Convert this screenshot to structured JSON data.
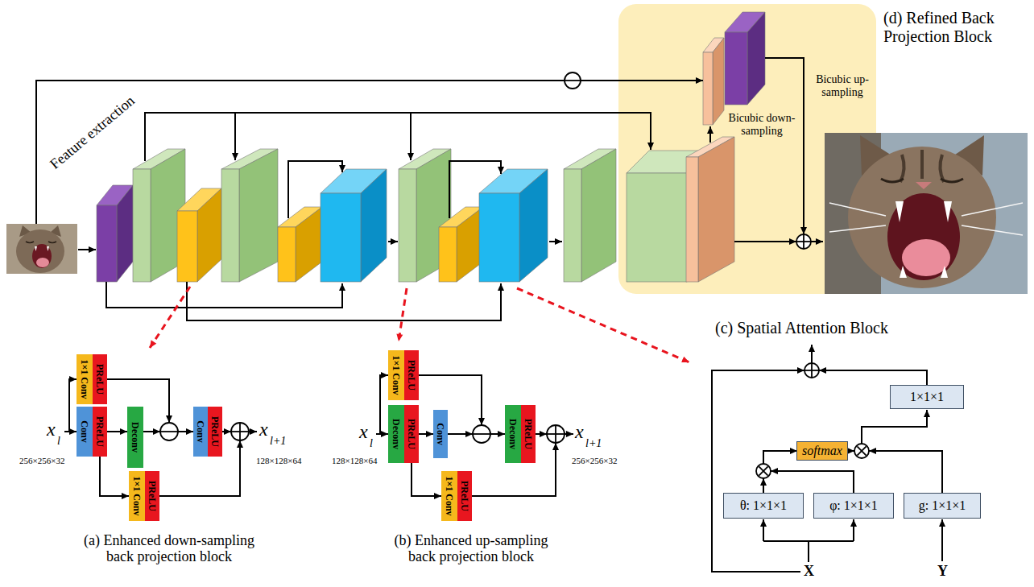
{
  "diagram": {
    "nodes": [
      {
        "text": [
          "(d) Refined Back Projection Block",
          "Bicubic down-sampling",
          "Bicubic up-sampling"
        ]
      },
      {
        "text": [
          "1×1 Conv"
        ]
      },
      {
        "text": [
          "PReLU"
        ]
      },
      {
        "text": [
          "Conv"
        ]
      },
      {
        "text": [
          "PReLU"
        ]
      },
      {
        "text": [
          "Deconv"
        ]
      },
      {
        "text": [
          "Conv"
        ]
      },
      {
        "text": [
          "PReLU"
        ]
      },
      {
        "text": [
          "1×1 Conv"
        ]
      },
      {
        "text": [
          "PReLU"
        ]
      },
      {
        "text": [
          "1×1 Conv"
        ]
      },
      {
        "text": [
          "PReLU"
        ]
      },
      {
        "text": [
          "Deconv"
        ]
      },
      {
        "text": [
          "PReLU"
        ]
      },
      {
        "text": [
          "Conv"
        ]
      },
      {
        "text": [
          "Deconv"
        ]
      },
      {
        "text": [
          "PReLU"
        ]
      },
      {
        "text": [
          "1×1 Conv"
        ]
      },
      {
        "text": [
          "PReLU"
        ]
      },
      {
        "text": [
          "1×1×1"
        ]
      },
      {
        "text": [
          "softmax"
        ]
      },
      {
        "text": [
          "θ: 1×1×1"
        ]
      },
      {
        "text": [
          "φ: 1×1×1"
        ]
      },
      {
        "text": [
          "g: 1×1×1"
        ]
      }
    ],
    "edges": [
      {
        "from": 4,
        "to": 5,
        "arrow": "to"
      },
      {
        "from": 4,
        "to": 8,
        "arrow": "to"
      },
      {
        "from": 13,
        "to": 14,
        "arrow": "to"
      },
      {
        "from": 13,
        "to": 17,
        "arrow": "to"
      }
    ],
    "labels": [
      "Feature extraction",
      "x",
      "l",
      "256×256×32",
      "x",
      "l+1",
      "128×128×64",
      "(a) Enhanced down-sampling back projection block",
      "x",
      "l",
      "128×128×64",
      "x",
      "l+1",
      "256×256×32",
      "(b) Enhanced up-sampling back projection block",
      "(c) Spatial Attention Block",
      "X",
      "Y"
    ]
  }
}
